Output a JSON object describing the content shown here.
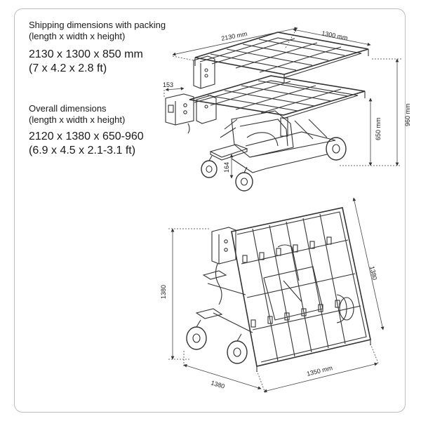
{
  "shipping": {
    "caption_line1": "Shipping dimensions with packing",
    "caption_line2": "(length x width x height)",
    "metric": "2130 x 1300 x 850 mm",
    "imperial": "(7 x 4.2 x 2.8 ft)"
  },
  "overall": {
    "caption_line1": "Overall dimensions",
    "caption_line2": "(length x width x height)",
    "metric": "2120 x 1380 x 650-960",
    "imperial": "(6.9 x 4.5 x 2.1-3.1 ft)"
  },
  "top_drawing": {
    "dim_length": "2130 mm",
    "dim_width": "1300 mm",
    "dim_box": "153",
    "dim_height_max": "960 mm",
    "dim_height_min": "650 mm",
    "dim_ground": "164"
  },
  "bottom_drawing": {
    "dim_height_left": "1380",
    "dim_height_right": "1380",
    "dim_length": "1350 mm",
    "dim_width": "1380"
  }
}
